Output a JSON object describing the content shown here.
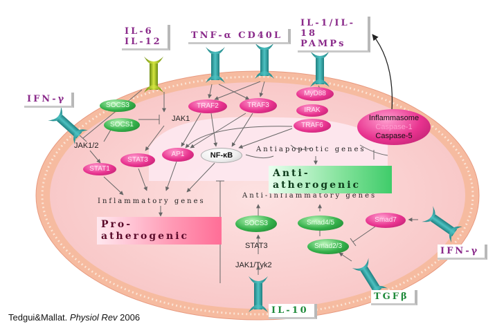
{
  "ligands": {
    "il6_il12": [
      "IL-6",
      "IL-12"
    ],
    "tnf_cd40l": "TNF-α  CD40L",
    "il1_il18": [
      "IL-1/IL-18",
      "PAMPs"
    ],
    "ifn_left": "IFN-γ",
    "ifn_right": "IFN-γ",
    "il10": "IL-10",
    "tgfb": "TGFβ"
  },
  "molecules": {
    "socs3_top": "SOCS3",
    "socs1": "SOCS1",
    "jak1": "JAK1",
    "jak12": "JAK1/2",
    "stat1": "STAT1",
    "stat3_left": "STAT3",
    "traf2": "TRAF2",
    "traf3": "TRAF3",
    "myd88": "MyD88",
    "irak": "IRAK",
    "traf6": "TRAF6",
    "ap1": "AP1",
    "nfkb": "NF-κB",
    "inflammasome": "Inflammasome",
    "caspase1": "Caspase-1",
    "caspase5": "Caspase-5",
    "socs3_bottom": "SOCS3",
    "stat3_bottom": "STAT3",
    "jak1tyk2": "JAK1/Tyk2",
    "smad45": "Smad4/5",
    "smad23": "Smad2/3",
    "smad7": "Smad7"
  },
  "genes": {
    "antiapoptotic": "Antiapoptotic genes",
    "inflammatory": "Inflammatory genes",
    "antiinflammatory": "Anti-inflammatory genes"
  },
  "outcomes": {
    "pro": "Pro-atherogenic",
    "anti": "Anti-atherogenic"
  },
  "citation": {
    "authors": "Tedgui&Mallat.",
    "journal": "Physiol Rev",
    "year": "2006"
  },
  "colors": {
    "membrane": "#f5b9a0",
    "cytoplasm": "#fbd2d2",
    "nucleus": "#fde6ee",
    "receptor": "#2a9a9a",
    "ligand_purple": "#8a2a8a",
    "ligand_green": "#1f8a3a"
  }
}
